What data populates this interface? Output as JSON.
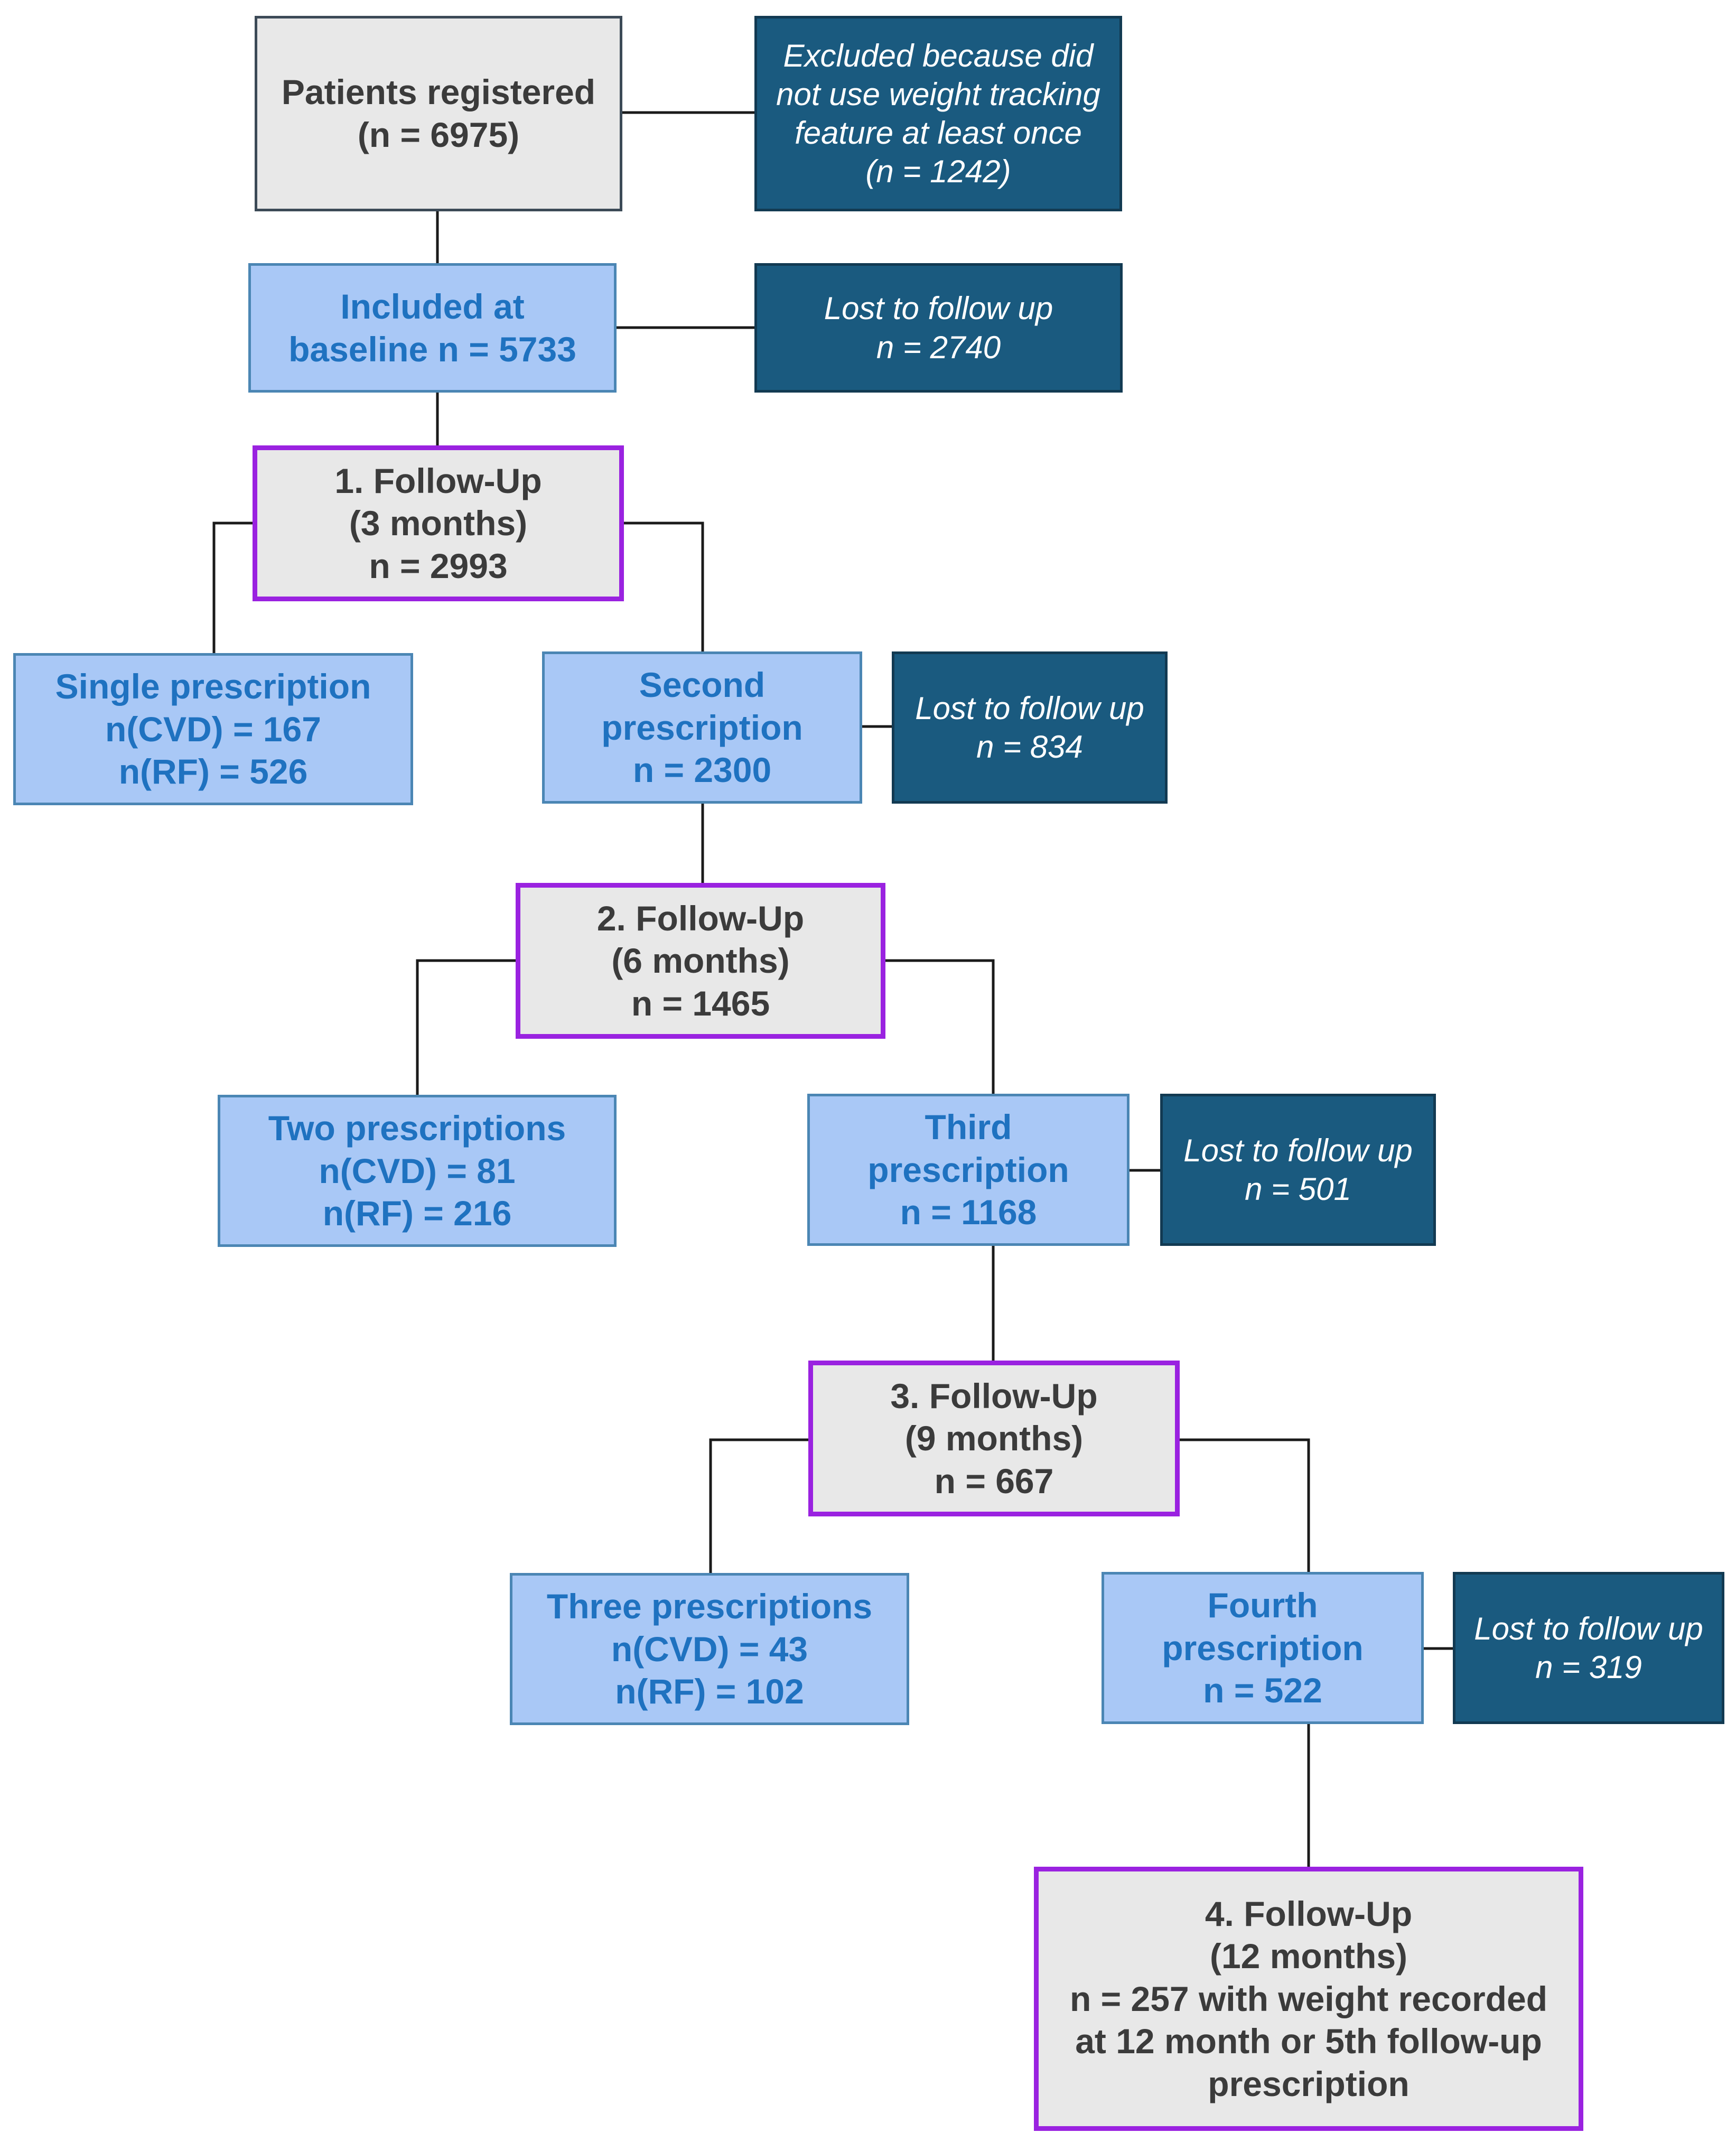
{
  "nodes": {
    "registered": {
      "lines": [
        "Patients registered",
        "(n = 6975)"
      ]
    },
    "excluded": {
      "lines": [
        "Excluded because did",
        "not use weight tracking",
        "feature at least once",
        "(n = 1242)"
      ]
    },
    "baseline": {
      "lines": [
        "Included at",
        "baseline n = 5733"
      ]
    },
    "lost1": {
      "lines": [
        "Lost to follow up",
        "n = 2740"
      ]
    },
    "followup1": {
      "lines": [
        "1. Follow-Up",
        "(3 months)",
        "n = 2993"
      ]
    },
    "single": {
      "lines": [
        "Single prescription",
        "n(CVD) = 167",
        "n(RF) = 526"
      ]
    },
    "second": {
      "lines": [
        "Second",
        "prescription",
        "n = 2300"
      ]
    },
    "lost2": {
      "lines": [
        "Lost to follow up",
        "n = 834"
      ]
    },
    "followup2": {
      "lines": [
        "2. Follow-Up",
        "(6 months)",
        "n = 1465"
      ]
    },
    "two": {
      "lines": [
        "Two prescriptions",
        "n(CVD) = 81",
        "n(RF) = 216"
      ]
    },
    "third": {
      "lines": [
        "Third",
        "prescription",
        "n = 1168"
      ]
    },
    "lost3": {
      "lines": [
        "Lost to follow up",
        "n = 501"
      ]
    },
    "followup3": {
      "lines": [
        "3. Follow-Up",
        "(9 months)",
        "n = 667"
      ]
    },
    "three": {
      "lines": [
        "Three prescriptions",
        "n(CVD) = 43",
        "n(RF) = 102"
      ]
    },
    "fourth": {
      "lines": [
        "Fourth",
        "prescription",
        "n = 522"
      ]
    },
    "lost4": {
      "lines": [
        "Lost to follow up",
        "n = 319"
      ]
    },
    "followup4": {
      "lines": [
        "4. Follow-Up",
        "(12 months)",
        "n = 257 with weight recorded",
        "at 12 month or 5th follow-up",
        "prescription"
      ]
    }
  },
  "colors": {
    "neutral_fill": "#e8e8e8",
    "included_fill": "#a9c8f6",
    "included_text": "#1f72c0",
    "excluded_fill": "#1a5a7f",
    "followup_border": "#9a22e0",
    "connector": "#1a1a1a"
  }
}
